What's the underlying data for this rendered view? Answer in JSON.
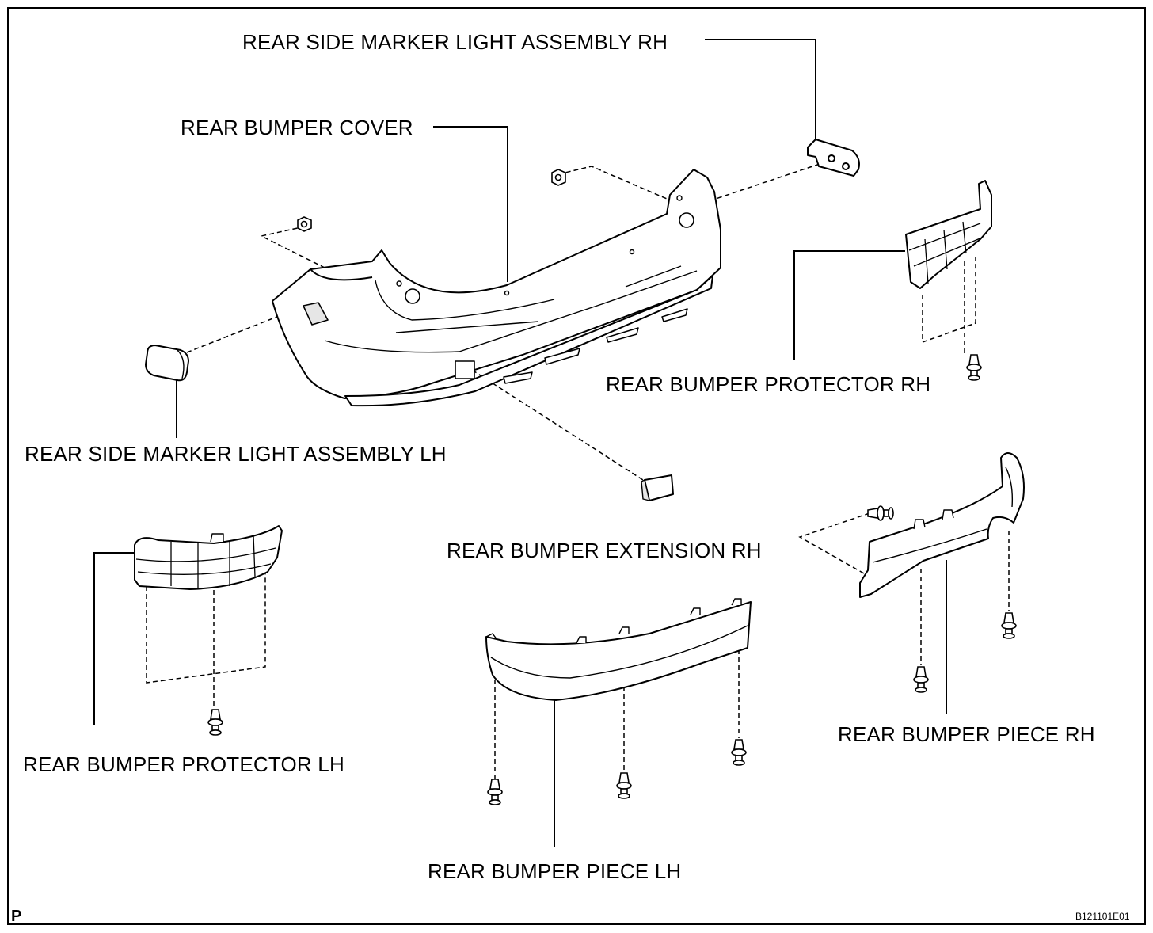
{
  "labels": {
    "marker_rh": "REAR SIDE MARKER LIGHT ASSEMBLY RH",
    "bumper_cover": "REAR BUMPER COVER",
    "protector_rh": "REAR BUMPER PROTECTOR RH",
    "marker_lh": "REAR SIDE MARKER LIGHT ASSEMBLY LH",
    "extension_rh": "REAR BUMPER EXTENSION RH",
    "protector_lh": "REAR BUMPER PROTECTOR LH",
    "piece_rh": "REAR BUMPER PIECE RH",
    "piece_lh": "REAR BUMPER PIECE LH"
  },
  "corner_mark": "P",
  "figure_code": "B121101E01",
  "colors": {
    "ink": "#000000",
    "part_fill": "#ffffff",
    "shade": "#e6e6e6"
  }
}
